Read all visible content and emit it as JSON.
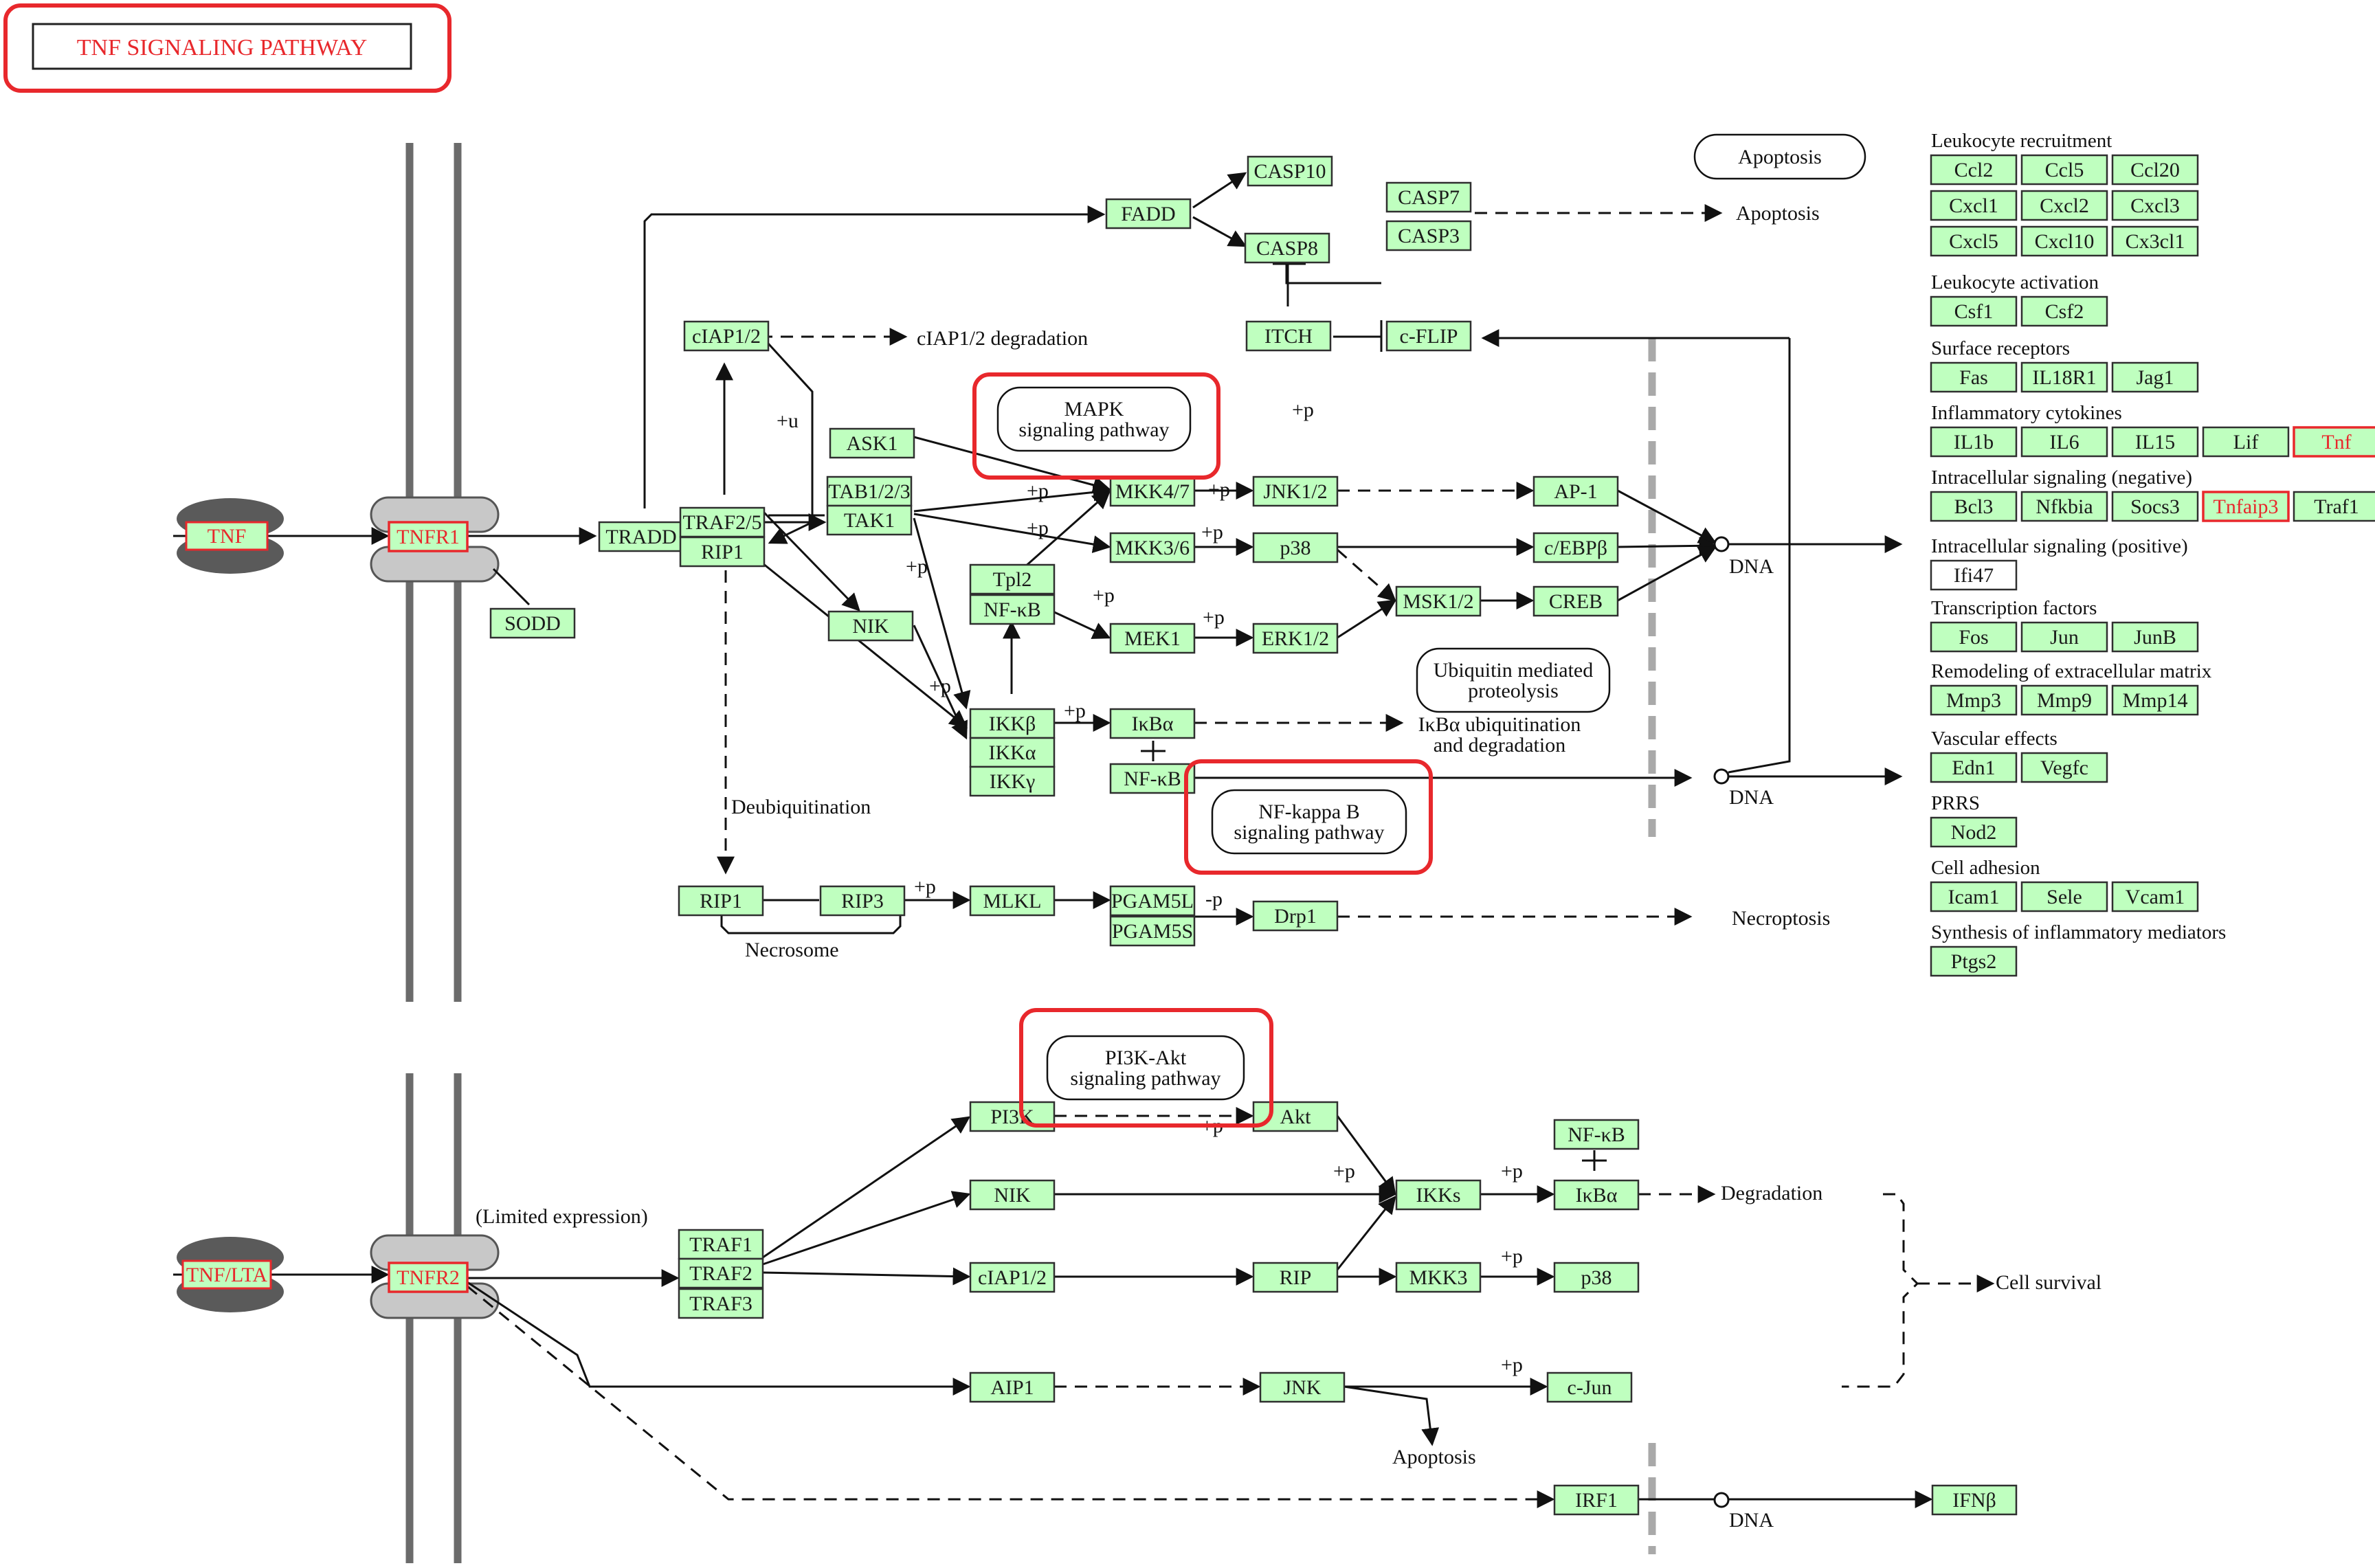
{
  "title": "TNF  SIGNALING  PATHWAY",
  "colors": {
    "gene_fill": "#bfffbf",
    "highlight": "#e8282c",
    "membrane": "#6b6b6b",
    "ligand": "#5a5a5a",
    "receptor": "#c8c8c8"
  },
  "ligands": [
    {
      "id": "lig_tnf",
      "label": "TNF"
    },
    {
      "id": "lig_tnflta",
      "label": "TNF/LTA"
    }
  ],
  "genes": [
    {
      "id": "tnfr1",
      "label": "TNFR1",
      "flag": true
    },
    {
      "id": "tnfr2",
      "label": "TNFR2",
      "flag": true
    },
    {
      "id": "sodd",
      "label": "SODD"
    },
    {
      "id": "tradd",
      "label": "TRADD"
    },
    {
      "id": "traf25",
      "label": "TRAF2/5"
    },
    {
      "id": "rip1a",
      "label": "RIP1"
    },
    {
      "id": "ciap12a",
      "label": "cIAP1/2"
    },
    {
      "id": "fadd",
      "label": "FADD"
    },
    {
      "id": "casp10",
      "label": "CASP10"
    },
    {
      "id": "casp8",
      "label": "CASP8"
    },
    {
      "id": "casp7",
      "label": "CASP7"
    },
    {
      "id": "casp3",
      "label": "CASP3"
    },
    {
      "id": "itch",
      "label": "ITCH"
    },
    {
      "id": "cflip",
      "label": "c-FLIP"
    },
    {
      "id": "ask1",
      "label": "ASK1"
    },
    {
      "id": "tab123",
      "label": "TAB1/2/3"
    },
    {
      "id": "tak1",
      "label": "TAK1"
    },
    {
      "id": "mkk47",
      "label": "MKK4/7"
    },
    {
      "id": "jnk12",
      "label": "JNK1/2"
    },
    {
      "id": "ap1",
      "label": "AP-1"
    },
    {
      "id": "mkk36",
      "label": "MKK3/6"
    },
    {
      "id": "p38a",
      "label": "p38"
    },
    {
      "id": "cebpb",
      "label": "c/EBPβ"
    },
    {
      "id": "msk12",
      "label": "MSK1/2"
    },
    {
      "id": "creb",
      "label": "CREB"
    },
    {
      "id": "tpl2",
      "label": "Tpl2"
    },
    {
      "id": "nfkb_a",
      "label": "NF-κB"
    },
    {
      "id": "mek1",
      "label": "MEK1"
    },
    {
      "id": "erk12",
      "label": "ERK1/2"
    },
    {
      "id": "nik_a",
      "label": "NIK"
    },
    {
      "id": "ikkb",
      "label": "IKKβ"
    },
    {
      "id": "ikka",
      "label": "IKKα"
    },
    {
      "id": "ikkg",
      "label": "IKKγ"
    },
    {
      "id": "ikba_a",
      "label": "IκBα"
    },
    {
      "id": "nfkb_b",
      "label": "NF-κB"
    },
    {
      "id": "rip1b",
      "label": "RIP1"
    },
    {
      "id": "rip3",
      "label": "RIP3"
    },
    {
      "id": "mlkl",
      "label": "MLKL"
    },
    {
      "id": "pgam5l",
      "label": "PGAM5L"
    },
    {
      "id": "pgam5s",
      "label": "PGAM5S"
    },
    {
      "id": "drp1",
      "label": "Drp1"
    },
    {
      "id": "traf1",
      "label": "TRAF1"
    },
    {
      "id": "traf2",
      "label": "TRAF2"
    },
    {
      "id": "traf3",
      "label": "TRAF3"
    },
    {
      "id": "pi3k",
      "label": "PI3K"
    },
    {
      "id": "akt",
      "label": "Akt"
    },
    {
      "id": "nik_b",
      "label": "NIK"
    },
    {
      "id": "ikks",
      "label": "IKKs"
    },
    {
      "id": "nfkb_c",
      "label": "NF-κB"
    },
    {
      "id": "ikba_b",
      "label": "IκBα"
    },
    {
      "id": "ciap12b",
      "label": "cIAP1/2"
    },
    {
      "id": "rip",
      "label": "RIP"
    },
    {
      "id": "mkk3",
      "label": "MKK3"
    },
    {
      "id": "p38b",
      "label": "p38"
    },
    {
      "id": "aip1",
      "label": "AIP1"
    },
    {
      "id": "jnk",
      "label": "JNK"
    },
    {
      "id": "cjun",
      "label": "c-Jun"
    },
    {
      "id": "irf1",
      "label": "IRF1"
    },
    {
      "id": "ifnb",
      "label": "IFNβ"
    }
  ],
  "maps": [
    {
      "id": "map_apoptosis",
      "lines": [
        "Apoptosis"
      ]
    },
    {
      "id": "map_mapk",
      "lines": [
        "MAPK",
        "signaling pathway"
      ]
    },
    {
      "id": "map_ubiq",
      "lines": [
        "Ubiquitin mediated",
        "proteolysis"
      ]
    },
    {
      "id": "map_nfkb",
      "lines": [
        "NF-kappa B",
        "signaling pathway"
      ]
    },
    {
      "id": "map_pi3k",
      "lines": [
        "PI3K-Akt",
        "signaling pathway"
      ]
    }
  ],
  "labels": [
    {
      "id": "t_apoptosis1",
      "text": "Apoptosis"
    },
    {
      "id": "t_ciap_deg",
      "text": "cIAP1/2 degradation"
    },
    {
      "id": "t_dna1",
      "text": "DNA"
    },
    {
      "id": "t_dna2",
      "text": "DNA"
    },
    {
      "id": "t_dna3",
      "text": "DNA"
    },
    {
      "id": "t_ikba_deg1",
      "text": "IκBα ubiquitination"
    },
    {
      "id": "t_ikba_deg2",
      "text": "and degradation"
    },
    {
      "id": "t_deubiq",
      "text": "Deubiquitination"
    },
    {
      "id": "t_necrosome",
      "text": "Necrosome"
    },
    {
      "id": "t_necroptosis",
      "text": "Necroptosis"
    },
    {
      "id": "t_limited",
      "text": "(Limited expression)"
    },
    {
      "id": "t_degradation",
      "text": "Degradation"
    },
    {
      "id": "t_cell_survival",
      "text": "Cell survival"
    },
    {
      "id": "t_apoptosis2",
      "text": "Apoptosis"
    }
  ],
  "edge_labels": [
    {
      "id": "e_u",
      "text": "+u"
    },
    {
      "id": "e_p1",
      "text": "+p"
    },
    {
      "id": "e_p2",
      "text": "+p"
    },
    {
      "id": "e_p3",
      "text": "+p"
    },
    {
      "id": "e_p4",
      "text": "+p"
    },
    {
      "id": "e_p5",
      "text": "+p"
    },
    {
      "id": "e_p6",
      "text": "+p"
    },
    {
      "id": "e_p7",
      "text": "+p"
    },
    {
      "id": "e_p8",
      "text": "+p"
    },
    {
      "id": "e_p9",
      "text": "+p"
    },
    {
      "id": "e_p10",
      "text": "+p"
    },
    {
      "id": "e_p11",
      "text": "+p"
    },
    {
      "id": "e_mp",
      "text": "-p"
    },
    {
      "id": "e_p12",
      "text": "+p"
    },
    {
      "id": "e_p13",
      "text": "+p"
    },
    {
      "id": "e_p14",
      "text": "+p"
    },
    {
      "id": "e_p15",
      "text": "+p"
    },
    {
      "id": "e_p16",
      "text": "+p"
    }
  ],
  "target_genes": [
    {
      "id": "cat_leuk_rec",
      "title": "Leukocyte recruitment",
      "rows": [
        [
          "Ccl2",
          "Ccl5",
          "Ccl20"
        ],
        [
          "Cxcl1",
          "Cxcl2",
          "Cxcl3"
        ],
        [
          "Cxcl5",
          "Cxcl10",
          "Cx3cl1"
        ]
      ]
    },
    {
      "id": "cat_leuk_act",
      "title": "Leukocyte activation",
      "rows": [
        [
          "Csf1",
          "Csf2"
        ]
      ]
    },
    {
      "id": "cat_surface",
      "title": "Surface receptors",
      "rows": [
        [
          "Fas",
          "IL18R1",
          "Jag1"
        ]
      ]
    },
    {
      "id": "cat_inflam",
      "title": "Inflammatory cytokines",
      "rows": [
        [
          "IL1b",
          "IL6",
          "IL15",
          "Lif",
          "Tnf"
        ]
      ]
    },
    {
      "id": "cat_neg",
      "title": "Intracellular signaling (negative)",
      "rows": [
        [
          "Bcl3",
          "Nfkbia",
          "Socs3",
          "Tnfaip3",
          "Traf1"
        ]
      ]
    },
    {
      "id": "cat_pos",
      "title": "Intracellular signaling (positive)",
      "rows": [
        [
          "Ifi47"
        ]
      ]
    },
    {
      "id": "cat_tf",
      "title": "Transcription factors",
      "rows": [
        [
          "Fos",
          "Jun",
          "JunB"
        ]
      ]
    },
    {
      "id": "cat_ecm",
      "title": "Remodeling of extracellular matrix",
      "rows": [
        [
          "Mmp3",
          "Mmp9",
          "Mmp14"
        ]
      ]
    },
    {
      "id": "cat_vasc",
      "title": "Vascular effects",
      "rows": [
        [
          "Edn1",
          "Vegfc"
        ]
      ]
    },
    {
      "id": "cat_prrs",
      "title": "PRRS",
      "rows": [
        [
          "Nod2"
        ]
      ]
    },
    {
      "id": "cat_adh",
      "title": "Cell adhesion",
      "rows": [
        [
          "Icam1",
          "Sele",
          "Vcam1"
        ]
      ]
    },
    {
      "id": "cat_synth",
      "title": "Synthesis of inflammatory mediators",
      "rows": [
        [
          "Ptgs2"
        ]
      ]
    }
  ],
  "flagged_targets": [
    "Tnf",
    "Tnfaip3"
  ],
  "blank_targets": [
    "Ifi47"
  ]
}
